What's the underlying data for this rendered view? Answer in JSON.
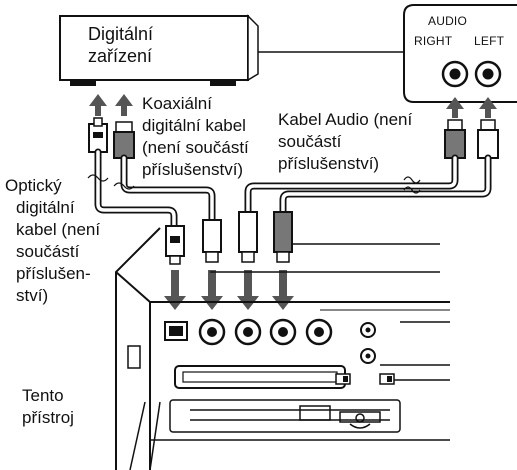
{
  "digital_device": {
    "line1": "Digitální",
    "line2": "zařízení"
  },
  "audio_panel": {
    "title": "AUDIO",
    "right": "RIGHT",
    "left": "LEFT"
  },
  "coaxial_cable": [
    "Koaxiální",
    "digitální kabel",
    "(není součástí",
    "příslušenství)"
  ],
  "audio_cable": [
    "Kabel Audio (není",
    "součástí",
    "příslušenství)"
  ],
  "optical_cable": [
    "Optický",
    "digitální",
    "kabel (není",
    "součástí",
    "příslušen-",
    "ství)"
  ],
  "this_unit": [
    "Tento",
    "přístroj"
  ]
}
